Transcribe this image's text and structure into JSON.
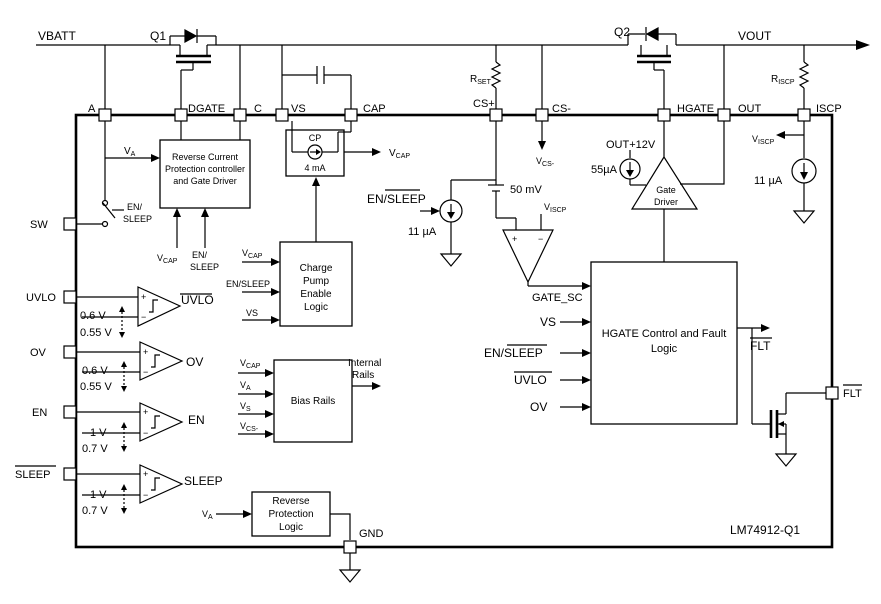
{
  "nets": {
    "vbatt": "VBATT",
    "vout": "VOUT",
    "q1": "Q1",
    "q2": "Q2",
    "rset": "R",
    "rset_sub": "SET",
    "riscp": "R",
    "riscp_sub": "ISCP"
  },
  "pins": {
    "a": "A",
    "dgate": "DGATE",
    "c": "C",
    "vs": "VS",
    "cap": "CAP",
    "csp": "CS+",
    "csm": "CS-",
    "hgate": "HGATE",
    "out": "OUT",
    "iscp": "ISCP",
    "sw": "SW",
    "uvlo": "UVLO",
    "ov": "OV",
    "en": "EN",
    "sleep": "SLEEP",
    "gnd": "GND",
    "flt": "FLT"
  },
  "blocks": {
    "rcp_l1": "Reverse Current",
    "rcp_l2": "Protection controller",
    "rcp_l3": "and Gate Driver",
    "cp_title": "CP",
    "cp_current": "4 mA",
    "cpe_l1": "Charge",
    "cpe_l2": "Pump",
    "cpe_l3": "Enable",
    "cpe_l4": "Logic",
    "bias": "Bias Rails",
    "rpl_l1": "Reverse",
    "rpl_l2": "Protection",
    "rpl_l3": "Logic",
    "hgc_l1": "HGATE Control and Fault",
    "hgc_l2": "Logic",
    "gd_l1": "Gate",
    "gd_l2": "Driver",
    "part": "LM74912-Q1"
  },
  "labels": {
    "v": "V",
    "sub_a": "A",
    "sub_cap": "CAP",
    "sub_s": "S",
    "sub_csm": "CS-",
    "sub_iscp": "ISCP",
    "en_sleep_slash": "EN/",
    "sleep_word": "SLEEP",
    "en_sleep": "EN/SLEEP",
    "en_word": "EN",
    "slash": "/",
    "vs": "VS",
    "ov": "OV",
    "uvlo": "UVLO",
    "internal_l1": "Internal",
    "internal_l2": "Rails",
    "cur_11ua": "11 µA",
    "cur_55ua": "55µA",
    "out12": "OUT+12V",
    "mv50": "50 mV",
    "gate_sc": "GATE_SC",
    "flt": "FLT",
    "v06": "0.6 V",
    "v055": "0.55 V",
    "v1": "1 V",
    "v07": "0.7 V",
    "plus": "+",
    "minus": "−",
    "comp_uvlo": "UVLO",
    "comp_ov": "OV",
    "comp_en": "EN",
    "comp_sleep": "SLEEP"
  },
  "colors": {
    "line": "#000000",
    "background": "#ffffff"
  }
}
